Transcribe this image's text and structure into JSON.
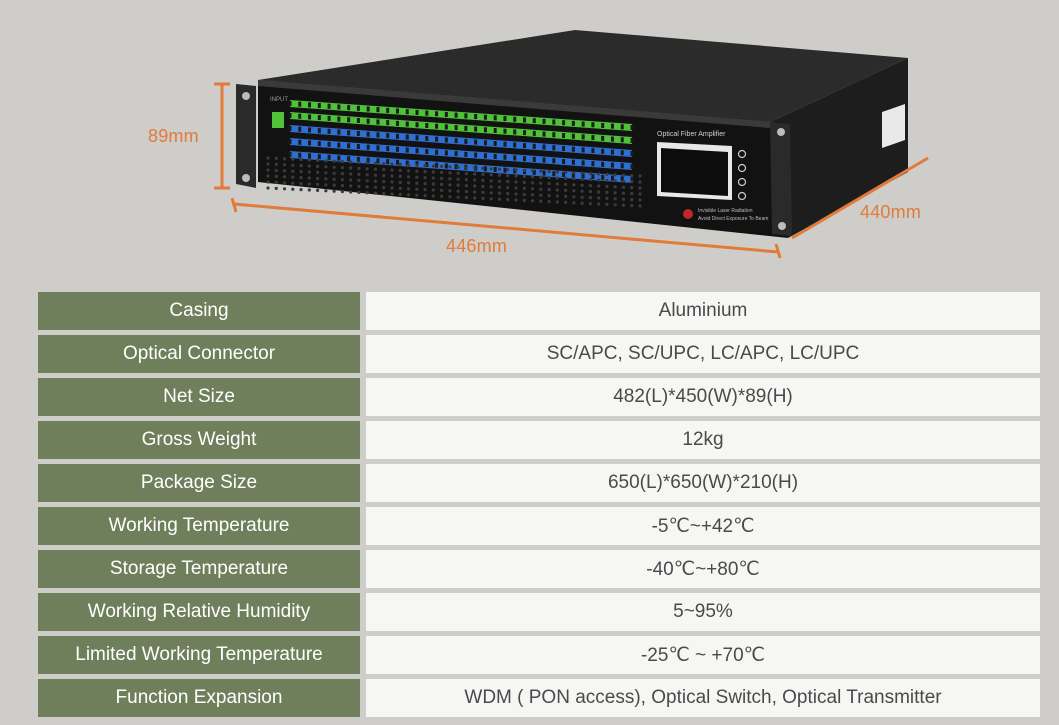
{
  "device": {
    "panel_title": "Optical Fiber Amplifier",
    "warning_line1": "Invisible Laser Radiation",
    "warning_line2": "Avoid Direct Exposure To Beam",
    "port_label": "INPUT"
  },
  "dimensions": {
    "height": "89mm",
    "width": "446mm",
    "depth": "440mm"
  },
  "colors": {
    "accent_dimension": "#e07b39",
    "label_cell": "#6f7f5b",
    "value_cell": "#f6f6f4",
    "connector_green": "#4fc23a",
    "connector_blue": "#2f6fd1"
  },
  "specs": [
    {
      "label": "Casing",
      "value": "Aluminium"
    },
    {
      "label": "Optical Connector",
      "value": "SC/APC, SC/UPC, LC/APC, LC/UPC"
    },
    {
      "label": "Net Size",
      "value": "482(L)*450(W)*89(H)"
    },
    {
      "label": "Gross Weight",
      "value": "12kg"
    },
    {
      "label": "Package Size",
      "value": "650(L)*650(W)*210(H)"
    },
    {
      "label": "Working Temperature",
      "value": "-5℃~+42℃"
    },
    {
      "label": "Storage Temperature",
      "value": "-40℃~+80℃"
    },
    {
      "label": "Working Relative Humidity",
      "value": "5~95%"
    },
    {
      "label": "Limited Working Temperature",
      "value": "-25℃ ~ +70℃"
    },
    {
      "label": "Function Expansion",
      "value": "WDM ( PON access), Optical Switch, Optical Transmitter"
    }
  ]
}
